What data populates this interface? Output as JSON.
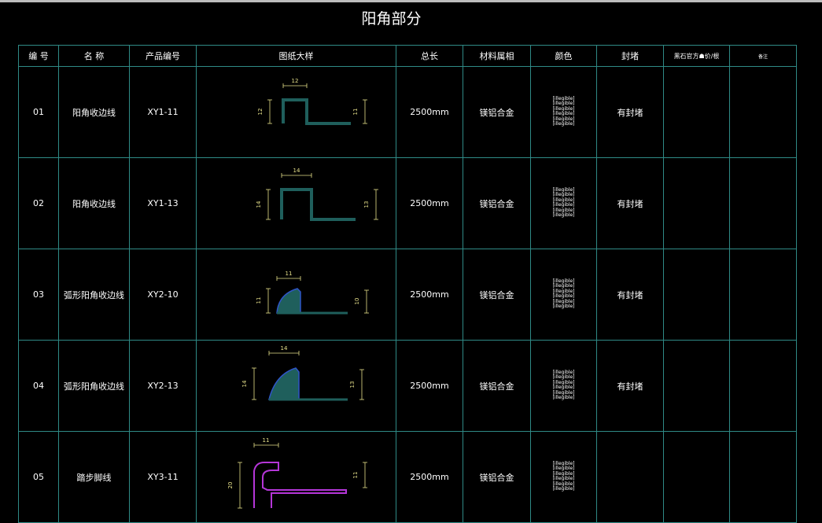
{
  "page_title": "阳角部分",
  "table": {
    "headers": {
      "no": "编 号",
      "name": "名 称",
      "code": "产品编号",
      "drawing": "图纸大样",
      "length": "总长",
      "material": "材料属相",
      "color": "颜色",
      "seal": "封堵",
      "price": "黑石官方☗价/根",
      "note": "备注"
    },
    "rows": [
      {
        "no": "01",
        "name": "阳角收边线",
        "code": "XY1-11",
        "length": "2500mm",
        "material": "镁铝合金",
        "colors": [
          "[illegible]",
          "[illegible]",
          "[illegible]",
          "[illegible]",
          "[illegible]",
          "[illegible]"
        ],
        "seal": "有封堵",
        "dims": {
          "top": "12",
          "left": "12",
          "right": "11"
        }
      },
      {
        "no": "02",
        "name": "阳角收边线",
        "code": "XY1-13",
        "length": "2500mm",
        "material": "镁铝合金",
        "colors": [
          "[illegible]",
          "[illegible]",
          "[illegible]",
          "[illegible]",
          "[illegible]",
          "[illegible]"
        ],
        "seal": "有封堵",
        "dims": {
          "top": "14",
          "left": "14",
          "right": "13"
        }
      },
      {
        "no": "03",
        "name": "弧形阳角收边线",
        "code": "XY2-10",
        "length": "2500mm",
        "material": "镁铝合金",
        "colors": [
          "[illegible]",
          "[illegible]",
          "[illegible]",
          "[illegible]",
          "[illegible]",
          "[illegible]"
        ],
        "seal": "有封堵",
        "dims": {
          "top": "11",
          "left": "11",
          "right": "10"
        }
      },
      {
        "no": "04",
        "name": "弧形阳角收边线",
        "code": "XY2-13",
        "length": "2500mm",
        "material": "镁铝合金",
        "colors": [
          "[illegible]",
          "[illegible]",
          "[illegible]",
          "[illegible]",
          "[illegible]",
          "[illegible]"
        ],
        "seal": "有封堵",
        "dims": {
          "top": "14",
          "left": "14",
          "right": "13"
        }
      },
      {
        "no": "05",
        "name": "踏步脚线",
        "code": "XY3-11",
        "length": "2500mm",
        "material": "镁铝合金",
        "colors": [
          "[illegible]",
          "[illegible]",
          "[illegible]",
          "[illegible]",
          "[illegible]",
          "[illegible]"
        ],
        "seal": "",
        "dims": {
          "top": "11",
          "left": "20",
          "right": "11"
        }
      }
    ]
  },
  "palette": {
    "grid": "#2f8a86",
    "profile": "#1f5f5c",
    "arc": "#2f55c8",
    "stair": "#b536d8",
    "dim": "#e6e08a"
  }
}
